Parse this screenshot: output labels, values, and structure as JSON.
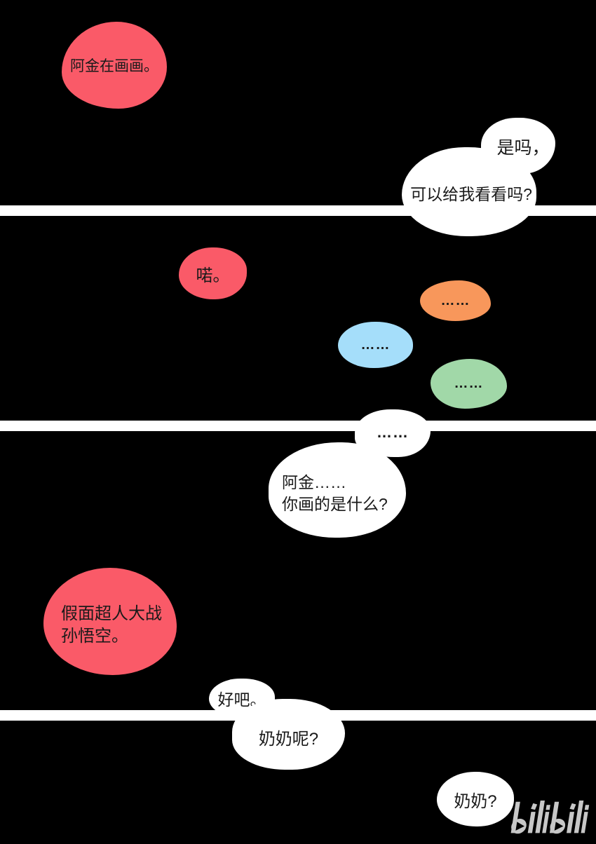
{
  "colors": {
    "background": "#000000",
    "bubble_red": "#FA5A68",
    "bubble_orange": "#F8975B",
    "bubble_blue": "#A5DEFA",
    "bubble_green": "#A1D8A8",
    "bubble_white": "#FFFFFF",
    "divider_white": "#FFFFFF",
    "text_dark": "#1A1A1A",
    "logo_gray": "#C7C7C7"
  },
  "panel1": {
    "narration": "阿金在画画。",
    "reply_line1": "是吗，",
    "reply_line2": "可以给我看看吗?"
  },
  "panel2": {
    "narration": "喏。",
    "orange_ellipsis": "……",
    "blue_ellipsis": "……",
    "green_ellipsis": "……"
  },
  "panel3": {
    "ellipsis": "……",
    "question_line1": "阿金……",
    "question_line2": "你画的是什么?"
  },
  "panel4": {
    "answer_line1": "假面超人大战",
    "answer_line2": "孙悟空。",
    "reply": "好吧。"
  },
  "panel5": {
    "question": "奶奶呢?",
    "echo": "奶奶?"
  },
  "watermark": {
    "name": "bilibili-logo",
    "text": "bilibili"
  }
}
